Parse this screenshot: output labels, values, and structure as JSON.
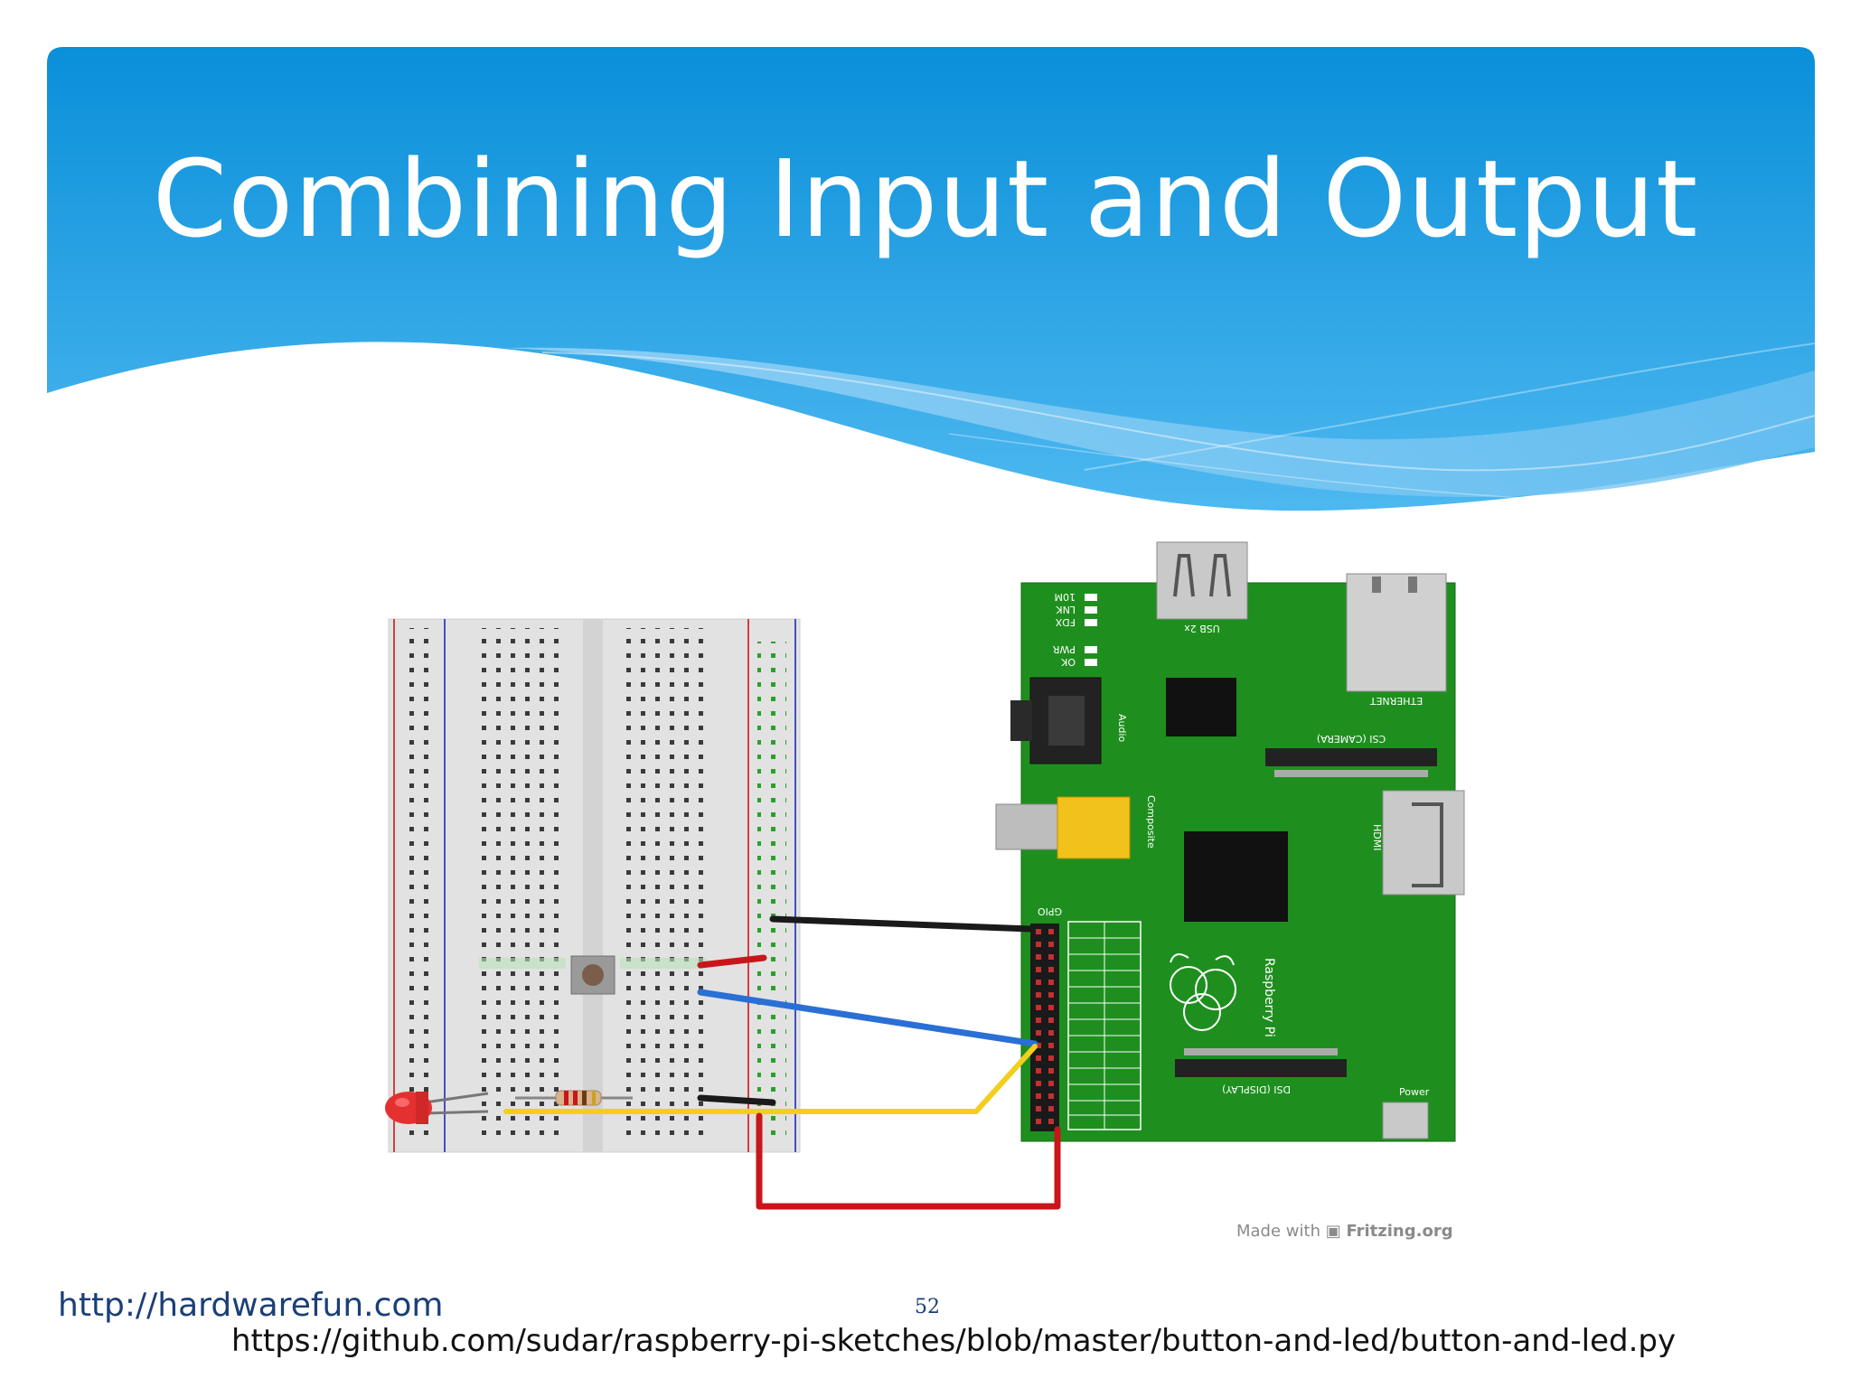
{
  "slide": {
    "title": "Combining Input and Output",
    "footer_left": "http://hardwarefun.com",
    "page_number": "52",
    "source_url": "https://github.com/sudar/raspberry-pi-sketches/blob/master/button-and-led/button-and-led.py"
  },
  "diagram": {
    "board_labels": {
      "usb": "USB 2x",
      "ethernet": "ETHERNET",
      "csi": "CSI (CAMERA)",
      "hdmi": "HDMI",
      "audio": "Audio",
      "composite": "Composite",
      "gpio": "GPIO",
      "dsi": "DSI (DISPLAY)",
      "power": "Power",
      "brand": "Raspberry Pi"
    },
    "leds": [
      "10M",
      "LNK",
      "FDX",
      "PWR",
      "OK"
    ],
    "made_with_prefix": "Made with",
    "made_with_brand": "Fritzing.org"
  },
  "colors": {
    "banner_top": "#0a8fd9",
    "banner_bottom": "#4db8f0",
    "board_green": "#1e8f1e",
    "wire_black": "#1a1a1a",
    "wire_blue": "#2a6fd6",
    "wire_yellow": "#f2cf1f",
    "wire_red": "#c8161b",
    "led_red": "#e53030",
    "footer_text": "#1b3f78"
  }
}
